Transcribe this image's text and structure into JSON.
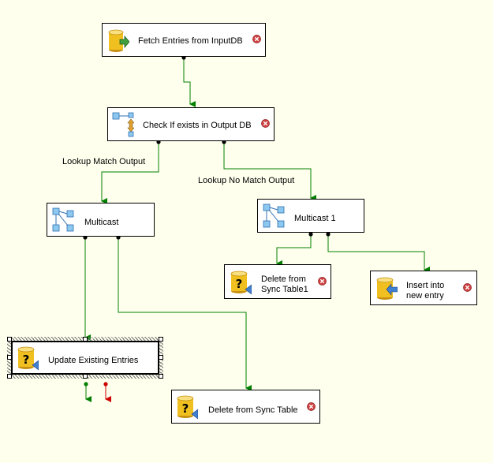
{
  "nodes": {
    "fetch": {
      "label": "Fetch Entries from InputDB",
      "icon": "source-database-icon"
    },
    "check": {
      "label": "Check If exists in Output DB",
      "icon": "lookup-transform-icon"
    },
    "multicast": {
      "label": "Multicast",
      "icon": "multicast-icon"
    },
    "multicast1": {
      "label": "Multicast 1",
      "icon": "multicast-icon"
    },
    "delete_sync1": {
      "line1": "Delete from",
      "line2": "Sync Table1",
      "icon": "ole-db-command-icon"
    },
    "insert": {
      "line1": "Insert into",
      "line2": "new entry",
      "icon": "destination-database-icon"
    },
    "update": {
      "label": "Update Existing Entries",
      "icon": "ole-db-command-icon"
    },
    "delete_sync": {
      "label": "Delete from Sync Table",
      "icon": "ole-db-command-icon"
    }
  },
  "edges": {
    "lookup_match": "Lookup Match Output",
    "lookup_no_match": "Lookup No Match Output"
  },
  "colors": {
    "canvas": "#FFFFEE",
    "path_success": "#008000",
    "path_error": "#CC0000",
    "error_badge": "#D04040",
    "database_yellow": "#F0C020"
  }
}
